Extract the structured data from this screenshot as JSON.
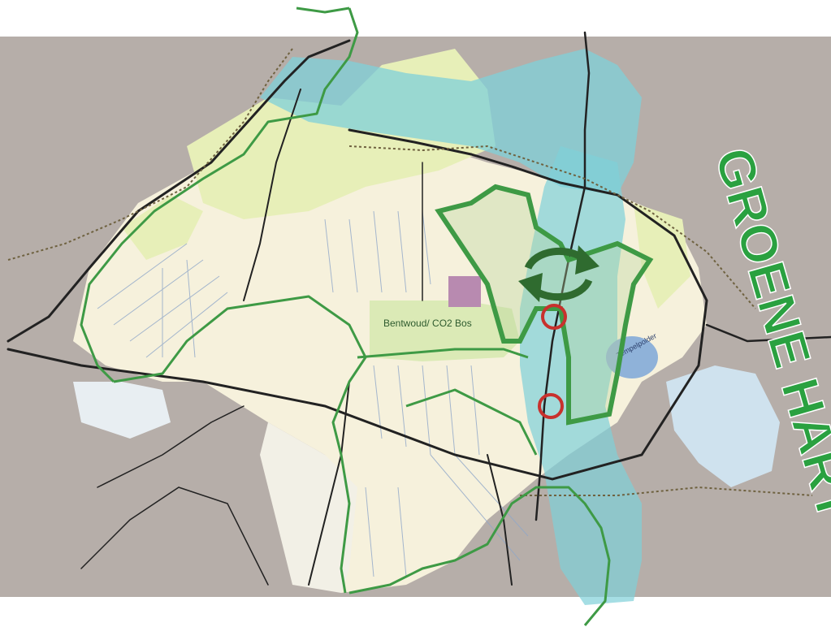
{
  "map": {
    "labels": {
      "bentwoud": "Bentwoud/ CO2 Bos",
      "tempelpolder": "Tempelpolder",
      "groene_hart": "GROENE HART"
    },
    "colors": {
      "background": "#b6aea9",
      "land_light": "#f6f1dc",
      "land_green": "#e7efb8",
      "river_corridor": "#7fd0d9",
      "water": "#8fb2d9",
      "road": "#222222",
      "green_route": "#3e9a45",
      "groene_hart_text": "#2aa140",
      "marker": "#c8312d",
      "arrow": "#2f6b2f"
    },
    "icons": [
      "rotation-arrows-icon",
      "location-circle-icon"
    ]
  }
}
